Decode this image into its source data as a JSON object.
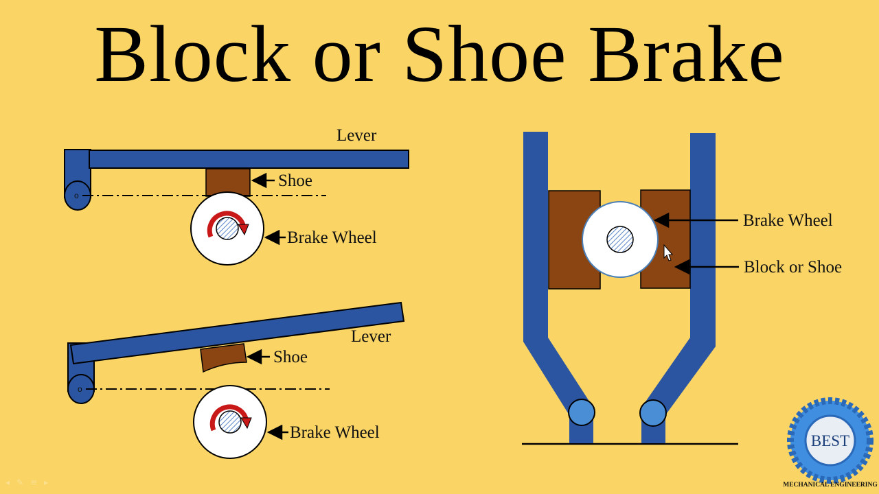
{
  "title": "Block or Shoe Brake",
  "diagram1": {
    "lever_label": "Lever",
    "shoe_label": "Shoe",
    "wheel_label": "Brake Wheel",
    "pivot_label": "o"
  },
  "diagram2": {
    "lever_label": "Lever",
    "shoe_label": "Shoe",
    "wheel_label": "Brake Wheel",
    "pivot_label": "o"
  },
  "diagram3": {
    "wheel_label": "Brake Wheel",
    "block_label": "Block or Shoe"
  },
  "logo": {
    "text": "BEST",
    "subtitle": "MECHANICAL ENGINEERING"
  },
  "nav_icons": [
    "back-icon",
    "pen-icon",
    "menu-icon",
    "forward-icon"
  ],
  "colors": {
    "background": "#fad566",
    "lever_blue": "#2b55a0",
    "shoe_brown": "#8b4513",
    "pin_blue": "#4a8fd6",
    "arrow_red": "#c81818"
  }
}
